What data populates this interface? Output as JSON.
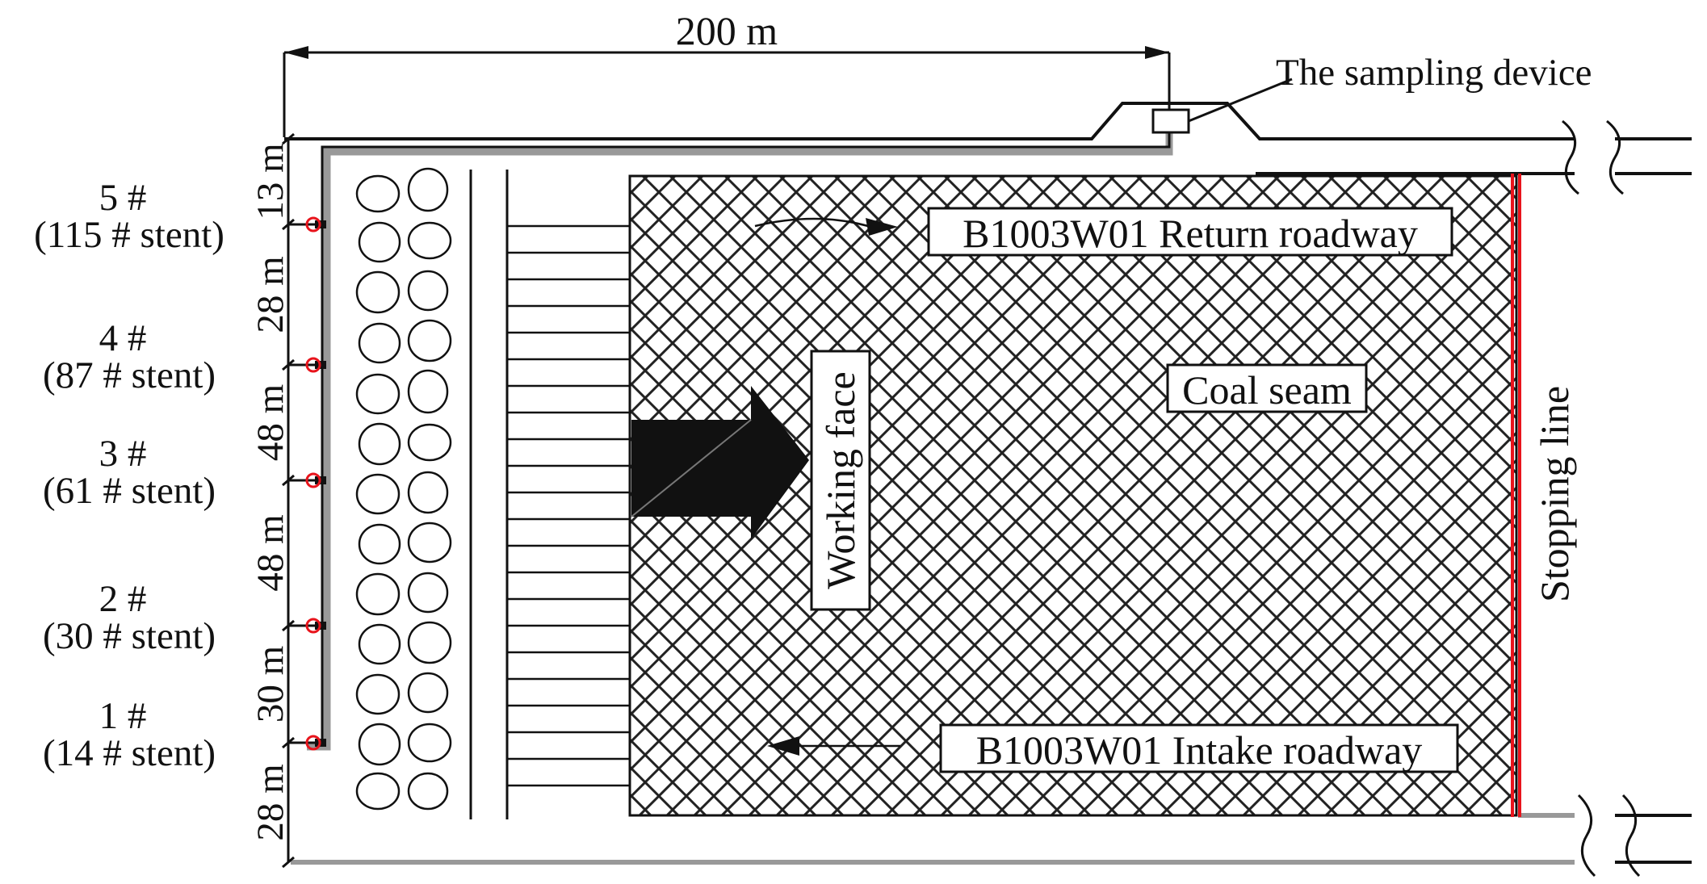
{
  "dimension_top": "200 m",
  "sampling_device": "The sampling device",
  "return_roadway": "B1003W01 Return roadway",
  "intake_roadway": "B1003W01 Intake roadway",
  "coal_seam": "Coal seam",
  "working_face": "Working face",
  "stopping_line": "Stopping line",
  "segments": [
    "13 m",
    "28 m",
    "48 m",
    "48 m",
    "30 m",
    "28 m"
  ],
  "points": [
    {
      "num": "5 #",
      "stent": "(115 # stent)"
    },
    {
      "num": "4 #",
      "stent": "(87 # stent)"
    },
    {
      "num": "3 #",
      "stent": "(61 # stent)"
    },
    {
      "num": "2 #",
      "stent": "(30 # stent)"
    },
    {
      "num": "1 #",
      "stent": "(14 # stent)"
    }
  ],
  "colors": {
    "stopping_line": "#e8141c",
    "sample_point": "#e8141c",
    "pipe": "#888888"
  }
}
